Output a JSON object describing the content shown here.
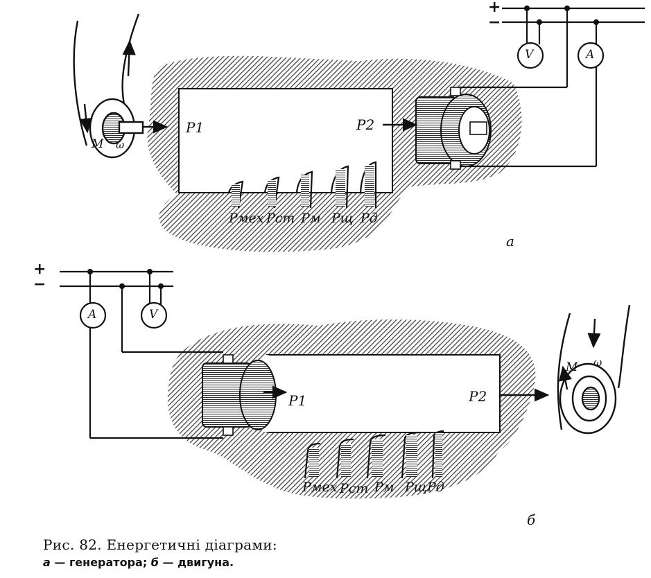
{
  "caption": {
    "title": "Рис. 82. Енергетичні діаграми:",
    "part_a_letter": "a",
    "part_a_text": " — генератора; ",
    "part_b_letter": "б",
    "part_b_text": " — двигуна."
  },
  "diagram_a": {
    "panel_letter": "a",
    "p1": "P1",
    "p2": "P2",
    "moment": "M",
    "omega": "ω",
    "voltmeter": "V",
    "ammeter": "A",
    "plus": "+",
    "minus": "−",
    "losses": [
      "Pмех",
      "Pст",
      "Pм",
      "Pщ",
      "Pд"
    ]
  },
  "diagram_b": {
    "panel_letter": "б",
    "p1": "P1",
    "p2": "P2",
    "moment": "M",
    "omega": "ω",
    "voltmeter": "V",
    "ammeter": "A",
    "plus": "+",
    "minus": "−",
    "losses": [
      "Pмех",
      "Pст",
      "Pм",
      "Pщ",
      "Pд"
    ]
  },
  "colors": {
    "ink": "#111111",
    "paper": "#ffffff",
    "shade": "#7a7a7a"
  }
}
